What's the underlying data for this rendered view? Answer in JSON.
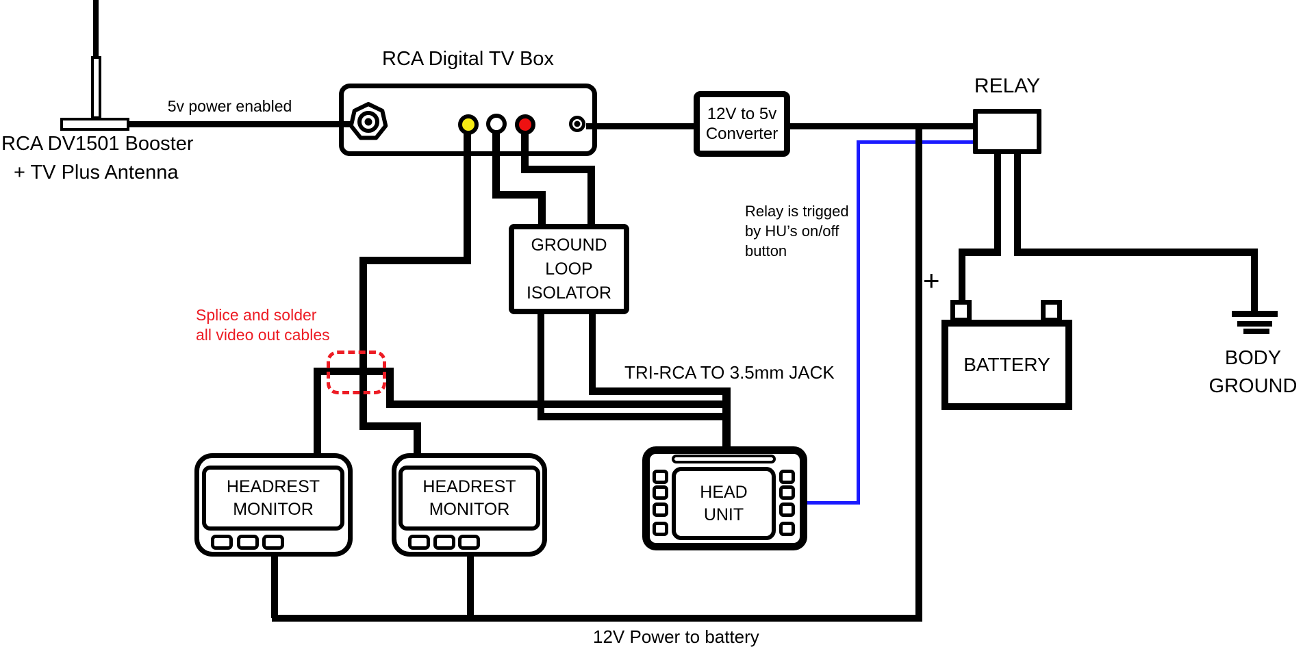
{
  "colors": {
    "wire_black": "#000000",
    "accent_blue": "#1a1aff",
    "annotation_red": "#ed1c24",
    "rca_yellow": "#f7ec15",
    "rca_white": "#ffffff",
    "rca_red": "#ee1111"
  },
  "antenna": {
    "label_line1": "RCA DV1501 Booster",
    "label_line2": "+ TV Plus Antenna",
    "wire_label": "5v power enabled"
  },
  "tv_box": {
    "title": "RCA Digital TV Box",
    "jacks": [
      "coax-antenna-input",
      "video-yellow",
      "audio-white",
      "audio-red",
      "power-jack"
    ]
  },
  "converter": {
    "label_line1": "12V to 5v",
    "label_line2": "Converter"
  },
  "relay": {
    "title": "RELAY",
    "note_line1": "Relay is trigged",
    "note_line2": "by HU’s on/off",
    "note_line3": "button"
  },
  "ground_loop_isolator": {
    "label_line1": "GROUND",
    "label_line2": "LOOP",
    "label_line3": "ISOLATOR"
  },
  "splice_note": {
    "line1": "Splice and solder",
    "line2": "all video out cables"
  },
  "cable_label": "TRI-RCA TO 3.5mm JACK",
  "monitor_left": {
    "label_line1": "HEADREST",
    "label_line2": "MONITOR"
  },
  "monitor_right": {
    "label_line1": "HEADREST",
    "label_line2": "MONITOR"
  },
  "head_unit": {
    "label_line1": "HEAD",
    "label_line2": "UNIT"
  },
  "battery": {
    "label": "BATTERY",
    "polarity": "+"
  },
  "body_ground": {
    "label_line1": "BODY",
    "label_line2": "GROUND"
  },
  "power_label": "12V Power to battery"
}
